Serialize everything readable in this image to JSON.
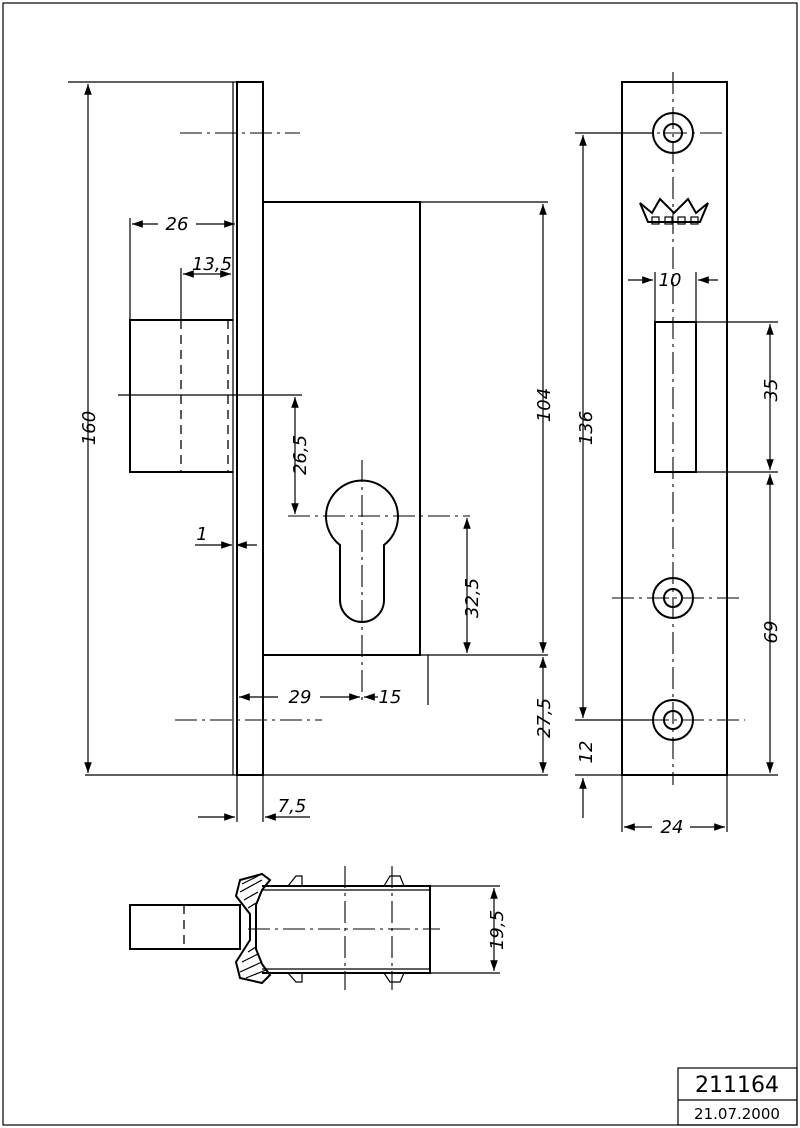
{
  "dimensions": {
    "d26": "26",
    "d13_5": "13,5",
    "d160": "160",
    "d26_5": "26,5",
    "d1": "1",
    "d104": "104",
    "d32_5": "32,5",
    "d29": "29",
    "d15": "15",
    "d27_5": "27,5",
    "d7_5": "7,5",
    "d136": "136",
    "d10": "10",
    "d35": "35",
    "d69": "69",
    "d12": "12",
    "d24": "24",
    "d19_5": "19,5"
  },
  "title_block": {
    "number": "211164",
    "date": "21.07.2000"
  },
  "icons": {
    "logo": "crown-icon"
  }
}
